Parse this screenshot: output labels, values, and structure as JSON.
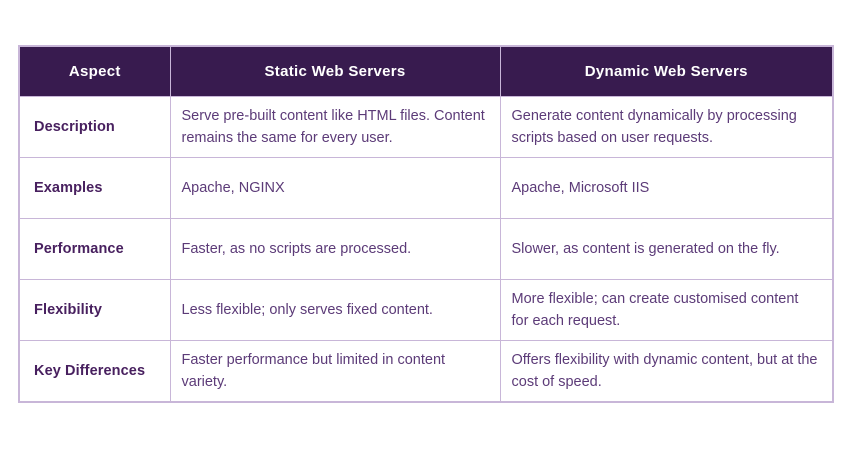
{
  "table": {
    "columns": [
      {
        "label": "Aspect"
      },
      {
        "label": "Static Web Servers"
      },
      {
        "label": "Dynamic Web Servers"
      }
    ],
    "rows": [
      {
        "aspect": "Description",
        "static": "Serve pre-built content like HTML files. Content remains the same for every user.",
        "dynamic": "Generate content dynamically by processing scripts based on user requests."
      },
      {
        "aspect": "Examples",
        "static": "Apache, NGINX",
        "dynamic": "Apache, Microsoft IIS"
      },
      {
        "aspect": "Performance",
        "static": "Faster, as no scripts are processed.",
        "dynamic": "Slower, as content is generated on the fly."
      },
      {
        "aspect": "Flexibility",
        "static": "Less flexible; only serves fixed content.",
        "dynamic": "More flexible; can create customised content for each request."
      },
      {
        "aspect": "Key Differences",
        "static": "Faster performance but limited in content variety.",
        "dynamic": "Offers flexibility with dynamic content, but at the cost of speed."
      }
    ],
    "colors": {
      "header_bg": "#381b4f",
      "header_text": "#ffffff",
      "border": "#c8b6d8",
      "cell_text": "#5c3b78",
      "label_text": "#48205f"
    }
  }
}
